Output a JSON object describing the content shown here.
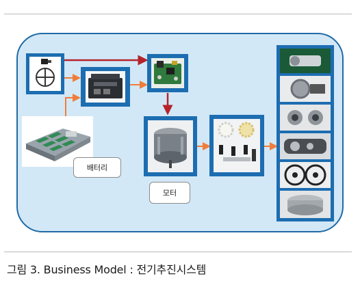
{
  "diagram": {
    "battery_label": "배터리",
    "motor_label": "모터",
    "colors": {
      "panel_fill": "#d2e8f7",
      "panel_border": "#1f6aa6",
      "box_blue": "#1d6db1",
      "arrow_red": "#b5232b",
      "arrow_orange": "#f07d3a"
    },
    "icons": [
      "controller-icon",
      "inverter-module",
      "pcb-board",
      "battery-pack",
      "electric-motor",
      "gears-and-parts",
      "product-images"
    ]
  },
  "caption": {
    "text": "그림 3. Business Model : 전기추진시스템"
  }
}
